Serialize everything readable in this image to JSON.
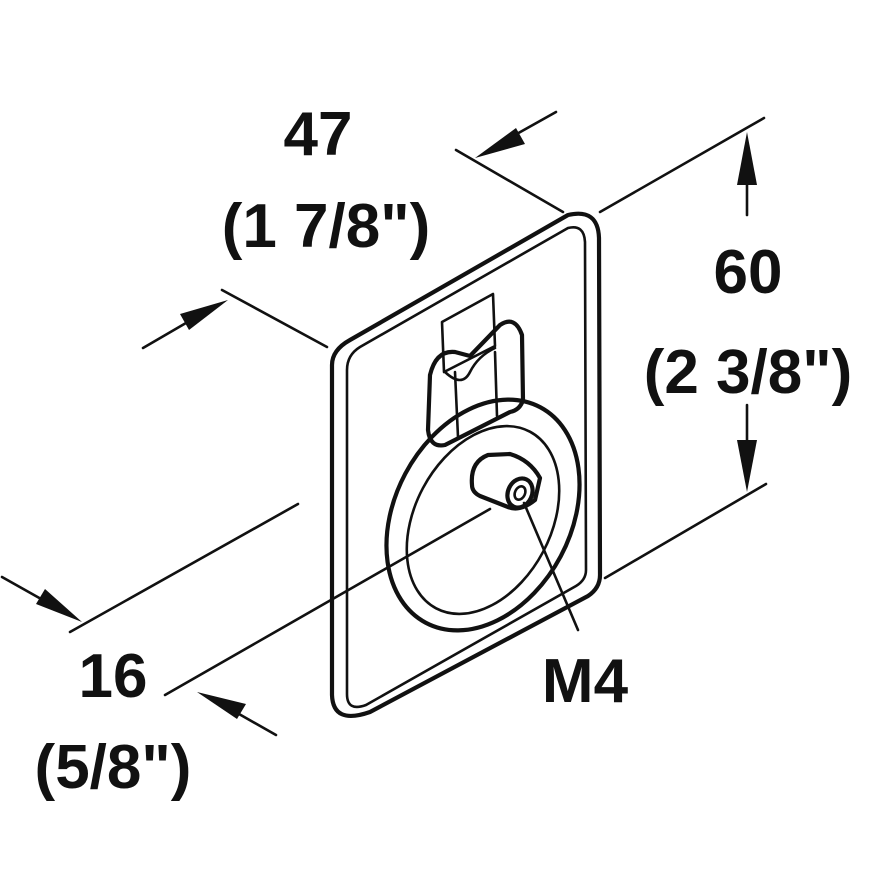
{
  "dimensions": {
    "width": {
      "value": "47",
      "imperial": "(1 7/8\")"
    },
    "height": {
      "value": "60",
      "imperial": "(2 3/8\")"
    },
    "depth": {
      "value": "16",
      "imperial": "(5/8\")"
    }
  },
  "thread_label": "M4",
  "line_color": "#111111",
  "background_color": "#ffffff"
}
